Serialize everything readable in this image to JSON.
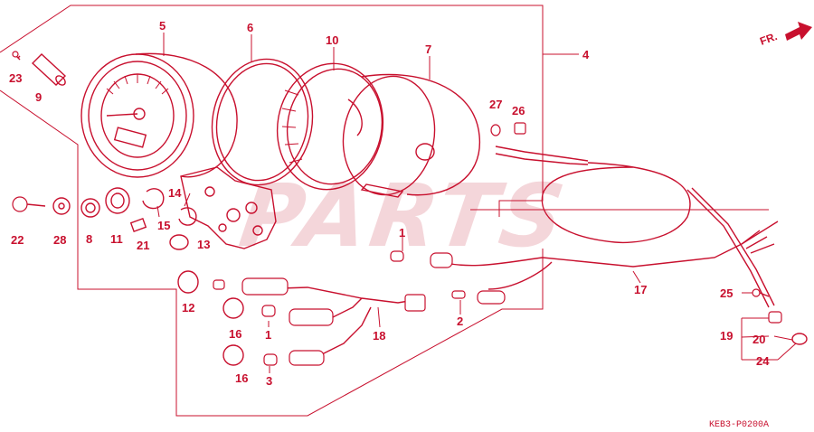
{
  "colors": {
    "line": "#c8102e",
    "background": "#ffffff",
    "watermark": "#f4d6da"
  },
  "direction_label": "FR.",
  "watermark": "PARTS",
  "diagram_code": "KEB3-P0200A",
  "callouts": {
    "p1a": "1",
    "p1b": "1",
    "p2": "2",
    "p3": "3",
    "p4": "4",
    "p5": "5",
    "p6": "6",
    "p7": "7",
    "p8": "8",
    "p9": "9",
    "p10": "10",
    "p11": "11",
    "p12": "12",
    "p13": "13",
    "p14": "14",
    "p15": "15",
    "p16a": "16",
    "p16b": "16",
    "p17": "17",
    "p18": "18",
    "p19": "19",
    "p20": "20",
    "p21": "21",
    "p22": "22",
    "p23": "23",
    "p24": "24",
    "p25": "25",
    "p26": "26",
    "p27": "27",
    "p28": "28"
  }
}
